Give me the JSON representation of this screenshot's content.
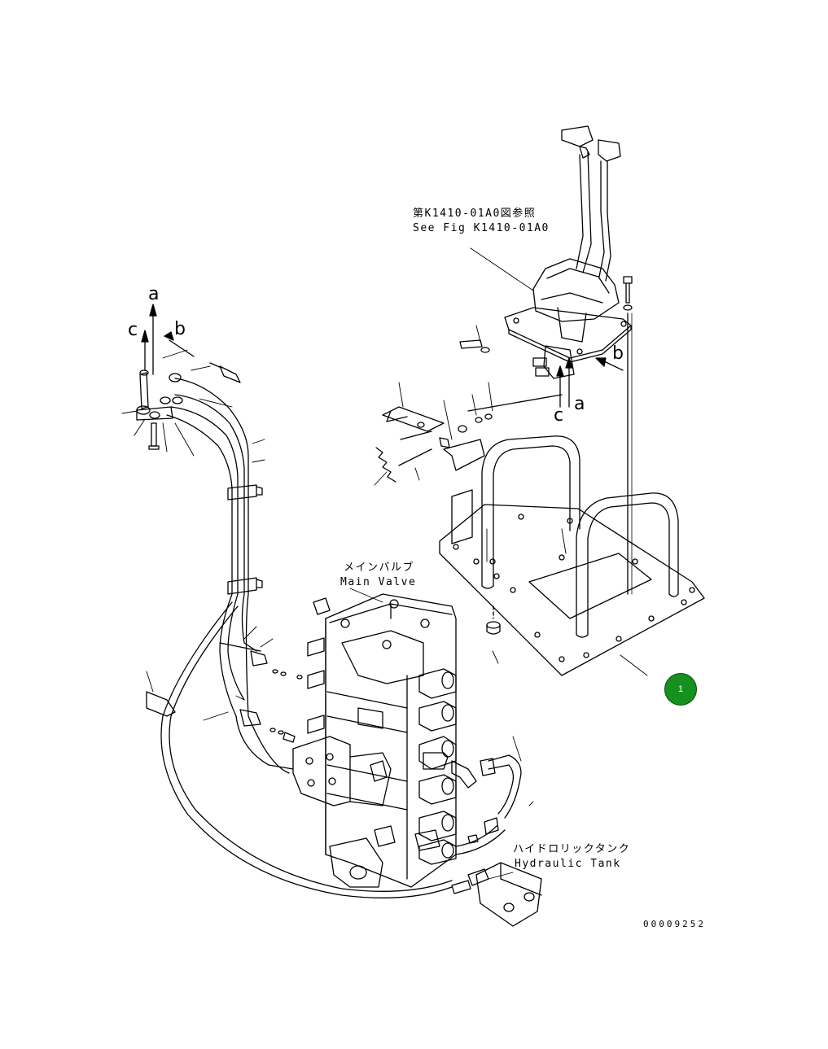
{
  "labels": {
    "ref_jp": "第K1410-01A0図参照",
    "ref_en": "See Fig K1410-01A0",
    "main_valve_jp": "メインバルブ",
    "main_valve_en": "Main Valve",
    "tank_jp": "ハイドロリックタンク",
    "tank_en": "Hydraulic Tank"
  },
  "arrows": {
    "left_a": "a",
    "left_b": "b",
    "left_c": "c",
    "right_a": "a",
    "right_b": "b",
    "right_c": "c"
  },
  "callout": {
    "number": "1",
    "color": "#16911f"
  },
  "drawing_number": "00009252"
}
